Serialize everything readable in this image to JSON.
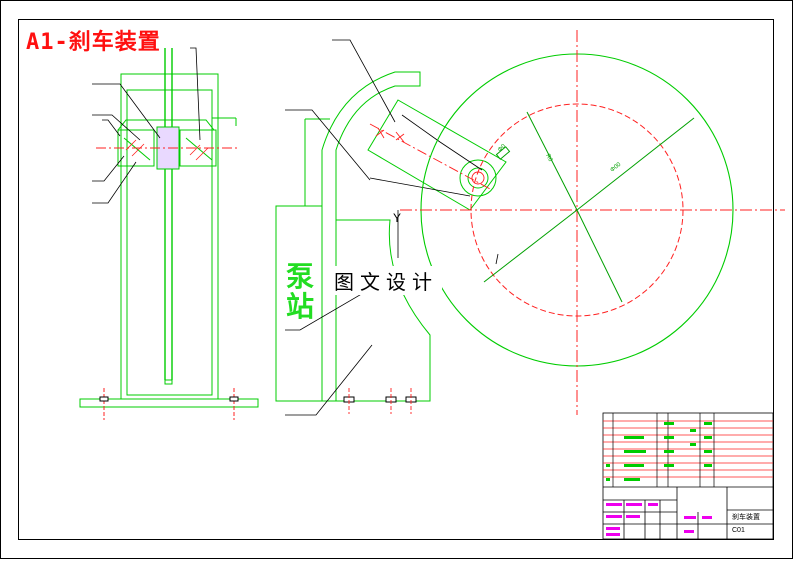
{
  "drawing": {
    "title": "A1-刹车装置",
    "watermark_main": "图文设计",
    "watermark_vertical": "泵\n站"
  },
  "title_block": {
    "part_name": "刹车装置",
    "drawing_number": "C01"
  },
  "colors": {
    "background": "#ffffff",
    "border": "#000000",
    "geometry": "#00cc00",
    "centerline": "#ff2020",
    "dimension": "#00a000",
    "title_text": "#ff1010",
    "magenta_block": "#ee00ee"
  },
  "annotations": {
    "view_marker": "Y"
  }
}
